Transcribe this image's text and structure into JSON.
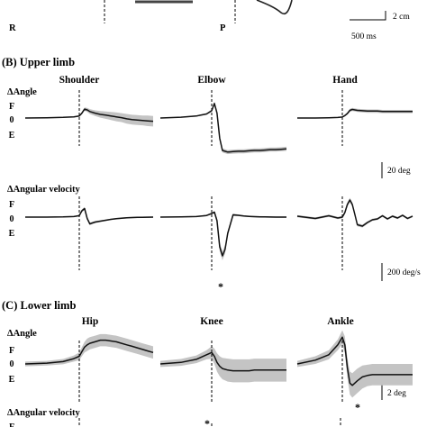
{
  "top_strip": {
    "label_r": "R",
    "label_p": "P",
    "time_scale": "500 ms",
    "amp_scale": "2 cm"
  },
  "upper": {
    "title": "(B) Upper limb",
    "columns": [
      "Shoulder",
      "Elbow",
      "Hand"
    ],
    "angle_label": "ΔAngle",
    "angle_ticks": [
      "F",
      "0",
      "E"
    ],
    "angle_scale": "20 deg",
    "vel_label": "ΔAngular velocity",
    "vel_ticks": [
      "F",
      "0",
      "E"
    ],
    "vel_scale": "200 deg/s",
    "star": "*"
  },
  "lower": {
    "title": "(C) Lower limb",
    "columns": [
      "Hip",
      "Knee",
      "Ankle"
    ],
    "angle_label": "ΔAngle",
    "angle_ticks": [
      "F",
      "0",
      "E"
    ],
    "angle_scale": "2 deg",
    "vel_label": "ΔAngular velocity",
    "vel_first_tick": "F",
    "star": "*"
  },
  "chart_data": [
    {
      "type": "line",
      "panel": "upper-angle",
      "units": "deg",
      "x_ms": [
        -1000,
        -600,
        -300,
        -100,
        0,
        50,
        100,
        150,
        200,
        300,
        400,
        500,
        600,
        700,
        800,
        900,
        1000,
        1100,
        1200,
        1300,
        1400
      ],
      "series": [
        {
          "joint": "Shoulder",
          "values": [
            0,
            0.3,
            0.8,
            1.5,
            2.5,
            6,
            11,
            10,
            8,
            6,
            4.5,
            3.5,
            2.5,
            1.5,
            0.5,
            -1,
            -2,
            -2.5,
            -3,
            -3.5,
            -4
          ],
          "sd": [
            0.5,
            0.5,
            0.5,
            0.6,
            0.8,
            1.5,
            2,
            2.5,
            3,
            3.5,
            4,
            4.5,
            5,
            5.5,
            5.5,
            6,
            6,
            6,
            6,
            6.5,
            6.5
          ]
        },
        {
          "joint": "Elbow",
          "values": [
            0,
            1,
            2.5,
            5,
            9,
            18,
            6,
            -25,
            -40,
            -42,
            -41.5,
            -41,
            -41,
            -40.5,
            -40,
            -40,
            -39.5,
            -39,
            -39,
            -38.5,
            -38
          ],
          "sd": [
            0.5,
            0.5,
            0.8,
            1,
            1.5,
            2,
            3,
            3,
            2.5,
            2.5,
            2.5,
            2.5,
            2.5,
            2.5,
            2.5,
            2.5,
            2.5,
            2.5,
            2.5,
            2.5,
            2.5
          ]
        },
        {
          "joint": "Hand",
          "values": [
            0,
            0,
            0.3,
            0.7,
            1.2,
            3,
            5.5,
            9.5,
            10.5,
            9.5,
            9,
            8.5,
            8.5,
            8.5,
            8,
            8,
            8,
            8,
            8,
            8,
            8
          ],
          "sd": [
            0.4,
            0.4,
            0.4,
            0.5,
            0.6,
            1,
            1.5,
            2,
            2,
            2,
            2,
            2,
            2,
            2,
            2,
            2,
            2,
            2,
            2,
            2,
            2
          ]
        }
      ]
    },
    {
      "type": "line",
      "panel": "upper-velocity",
      "units": "deg/s",
      "x_ms": [
        -1000,
        -600,
        -300,
        -100,
        0,
        50,
        100,
        150,
        200,
        250,
        300,
        400,
        500,
        600,
        700,
        800,
        900,
        1000,
        1100,
        1200,
        1300,
        1400
      ],
      "series": [
        {
          "joint": "Shoulder",
          "values": [
            0,
            0,
            2,
            6,
            16,
            70,
            95,
            -15,
            -75,
            -65,
            -55,
            -45,
            -35,
            -25,
            -18,
            -12,
            -8,
            -5,
            -3,
            -2,
            -1,
            0
          ],
          "sd": [
            5,
            5,
            5,
            6,
            8,
            15,
            18,
            18,
            15,
            13,
            12,
            10,
            9,
            8,
            8,
            8,
            8,
            8,
            8,
            8,
            8,
            8
          ]
        },
        {
          "joint": "Elbow",
          "values": [
            0,
            2,
            6,
            18,
            40,
            55,
            -40,
            -330,
            -430,
            -360,
            -180,
            25,
            20,
            12,
            8,
            5,
            3,
            2,
            1,
            0,
            0,
            0
          ],
          "sd": [
            5,
            5,
            6,
            8,
            10,
            15,
            30,
            45,
            50,
            45,
            30,
            15,
            10,
            8,
            8,
            8,
            8,
            8,
            8,
            8,
            8,
            8
          ]
        },
        {
          "joint": "Hand",
          "values": [
            10,
            -15,
            15,
            -10,
            0,
            50,
            140,
            190,
            140,
            30,
            -85,
            -100,
            -60,
            -30,
            -20,
            15,
            -20,
            10,
            -10,
            20,
            -15,
            10
          ],
          "sd": [
            12,
            12,
            12,
            12,
            14,
            18,
            22,
            25,
            22,
            18,
            18,
            16,
            14,
            12,
            12,
            12,
            12,
            12,
            12,
            12,
            12,
            12
          ]
        }
      ]
    },
    {
      "type": "line",
      "panel": "lower-angle",
      "units": "deg",
      "x_ms": [
        -1000,
        -600,
        -300,
        -100,
        0,
        50,
        100,
        150,
        200,
        300,
        400,
        500,
        600,
        700,
        800,
        900,
        1000,
        1100,
        1200,
        1300,
        1400
      ],
      "series": [
        {
          "joint": "Hip",
          "values": [
            0,
            0.1,
            0.3,
            0.7,
            1,
            1.6,
            2.2,
            2.5,
            2.7,
            2.9,
            3.1,
            3.1,
            3.0,
            2.9,
            2.7,
            2.5,
            2.3,
            2.1,
            1.9,
            1.7,
            1.5
          ],
          "sd": [
            0.3,
            0.3,
            0.35,
            0.4,
            0.5,
            0.6,
            0.7,
            0.8,
            0.8,
            0.8,
            0.8,
            0.8,
            0.8,
            0.8,
            0.8,
            0.8,
            0.8,
            0.8,
            0.8,
            0.8,
            0.8
          ]
        },
        {
          "joint": "Knee",
          "values": [
            0,
            0.2,
            0.6,
            1.2,
            1.5,
            1.0,
            0.2,
            -0.3,
            -0.6,
            -0.8,
            -0.9,
            -0.9,
            -0.9,
            -0.9,
            -0.8,
            -0.8,
            -0.8,
            -0.8,
            -0.8,
            -0.8,
            -0.8
          ],
          "sd": [
            0.4,
            0.45,
            0.5,
            0.6,
            0.8,
            1.0,
            1.2,
            1.3,
            1.4,
            1.5,
            1.5,
            1.5,
            1.5,
            1.5,
            1.5,
            1.5,
            1.5,
            1.5,
            1.5,
            1.5,
            1.5
          ]
        },
        {
          "joint": "Ankle",
          "values": [
            0,
            0.5,
            1.2,
            2.5,
            3.5,
            2.5,
            -0.5,
            -2.5,
            -2.8,
            -2.2,
            -1.7,
            -1.5,
            -1.4,
            -1.4,
            -1.4,
            -1.4,
            -1.4,
            -1.4,
            -1.4,
            -1.4,
            -1.4
          ],
          "sd": [
            0.4,
            0.5,
            0.6,
            0.7,
            0.9,
            1.1,
            1.3,
            1.5,
            1.6,
            1.6,
            1.5,
            1.4,
            1.4,
            1.4,
            1.4,
            1.4,
            1.4,
            1.4,
            1.4,
            1.4,
            1.4
          ]
        }
      ]
    }
  ]
}
